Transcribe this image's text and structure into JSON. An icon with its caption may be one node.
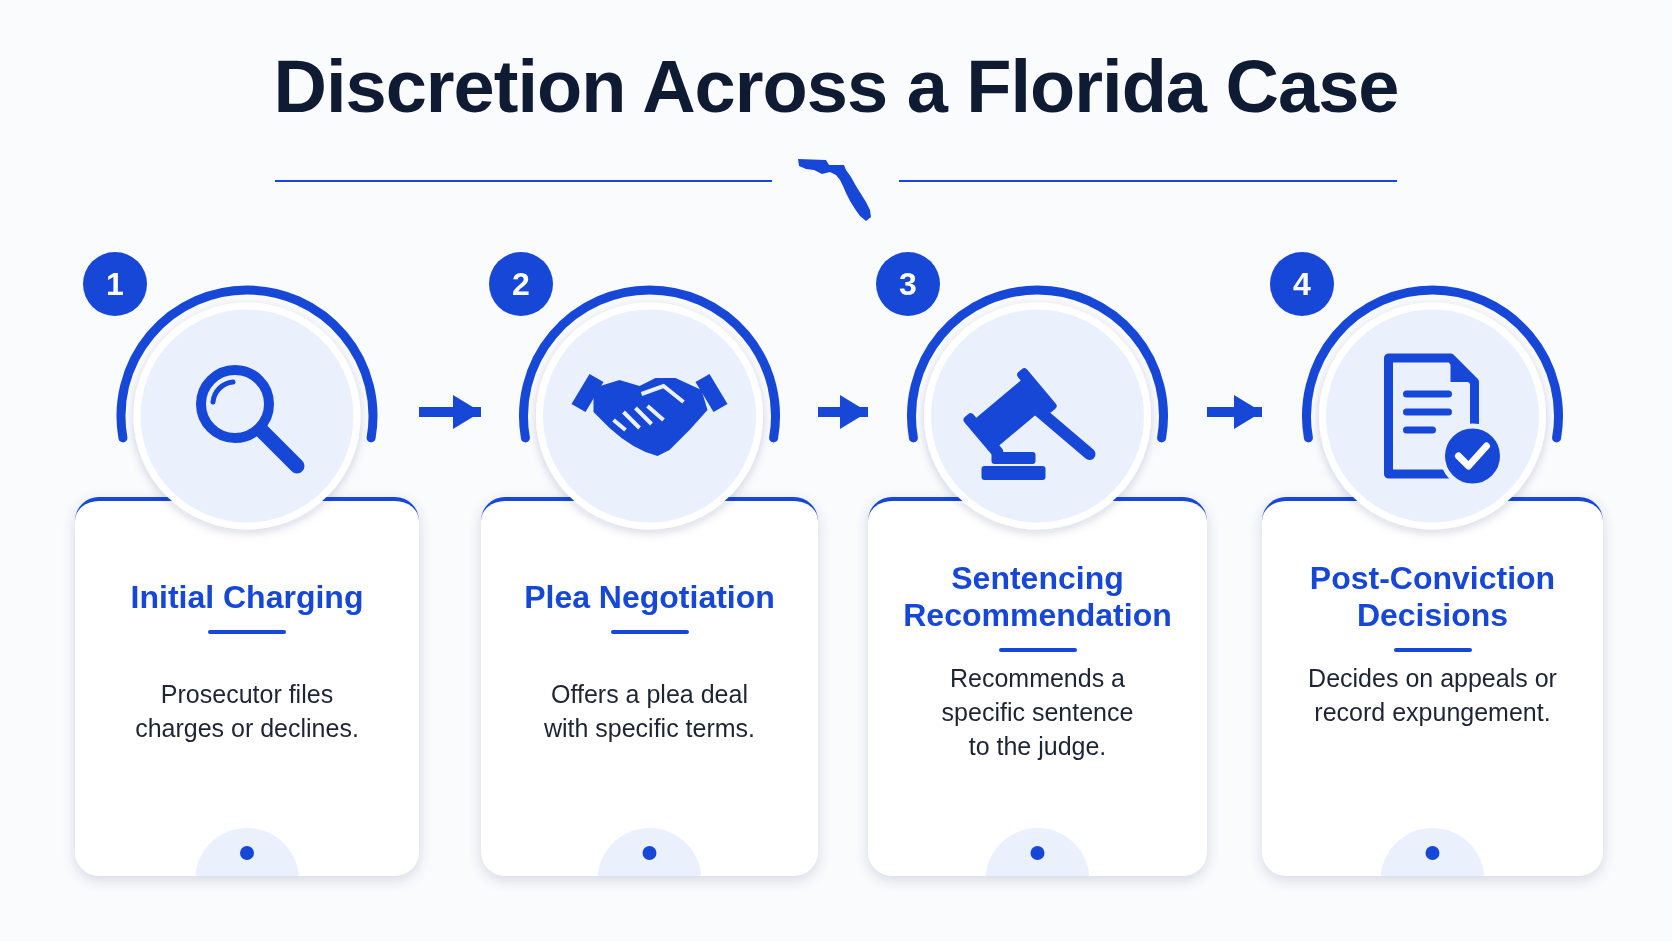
{
  "diagram": {
    "title": "Discretion Across a Florida Case",
    "nodes": [
      {
        "text": [
          "Initial Charging",
          "Prosecutor files charges or declines."
        ],
        "beside": [
          "1"
        ]
      },
      {
        "text": [
          "Plea Negotiation",
          "Offers a plea deal with specific terms."
        ],
        "beside": [
          "2"
        ]
      },
      {
        "text": [
          "Sentencing Recommendation",
          "Recommends a specific sentence to the judge."
        ],
        "beside": [
          "3"
        ]
      },
      {
        "text": [
          "Post-Conviction Decisions",
          "Decides on appeals or record expungement."
        ],
        "beside": [
          "4"
        ]
      }
    ],
    "edges": [
      {
        "from": 0,
        "to": 1,
        "arrow": "to"
      },
      {
        "from": 1,
        "to": 2,
        "arrow": "to"
      },
      {
        "from": 2,
        "to": 3,
        "arrow": "to"
      }
    ]
  }
}
